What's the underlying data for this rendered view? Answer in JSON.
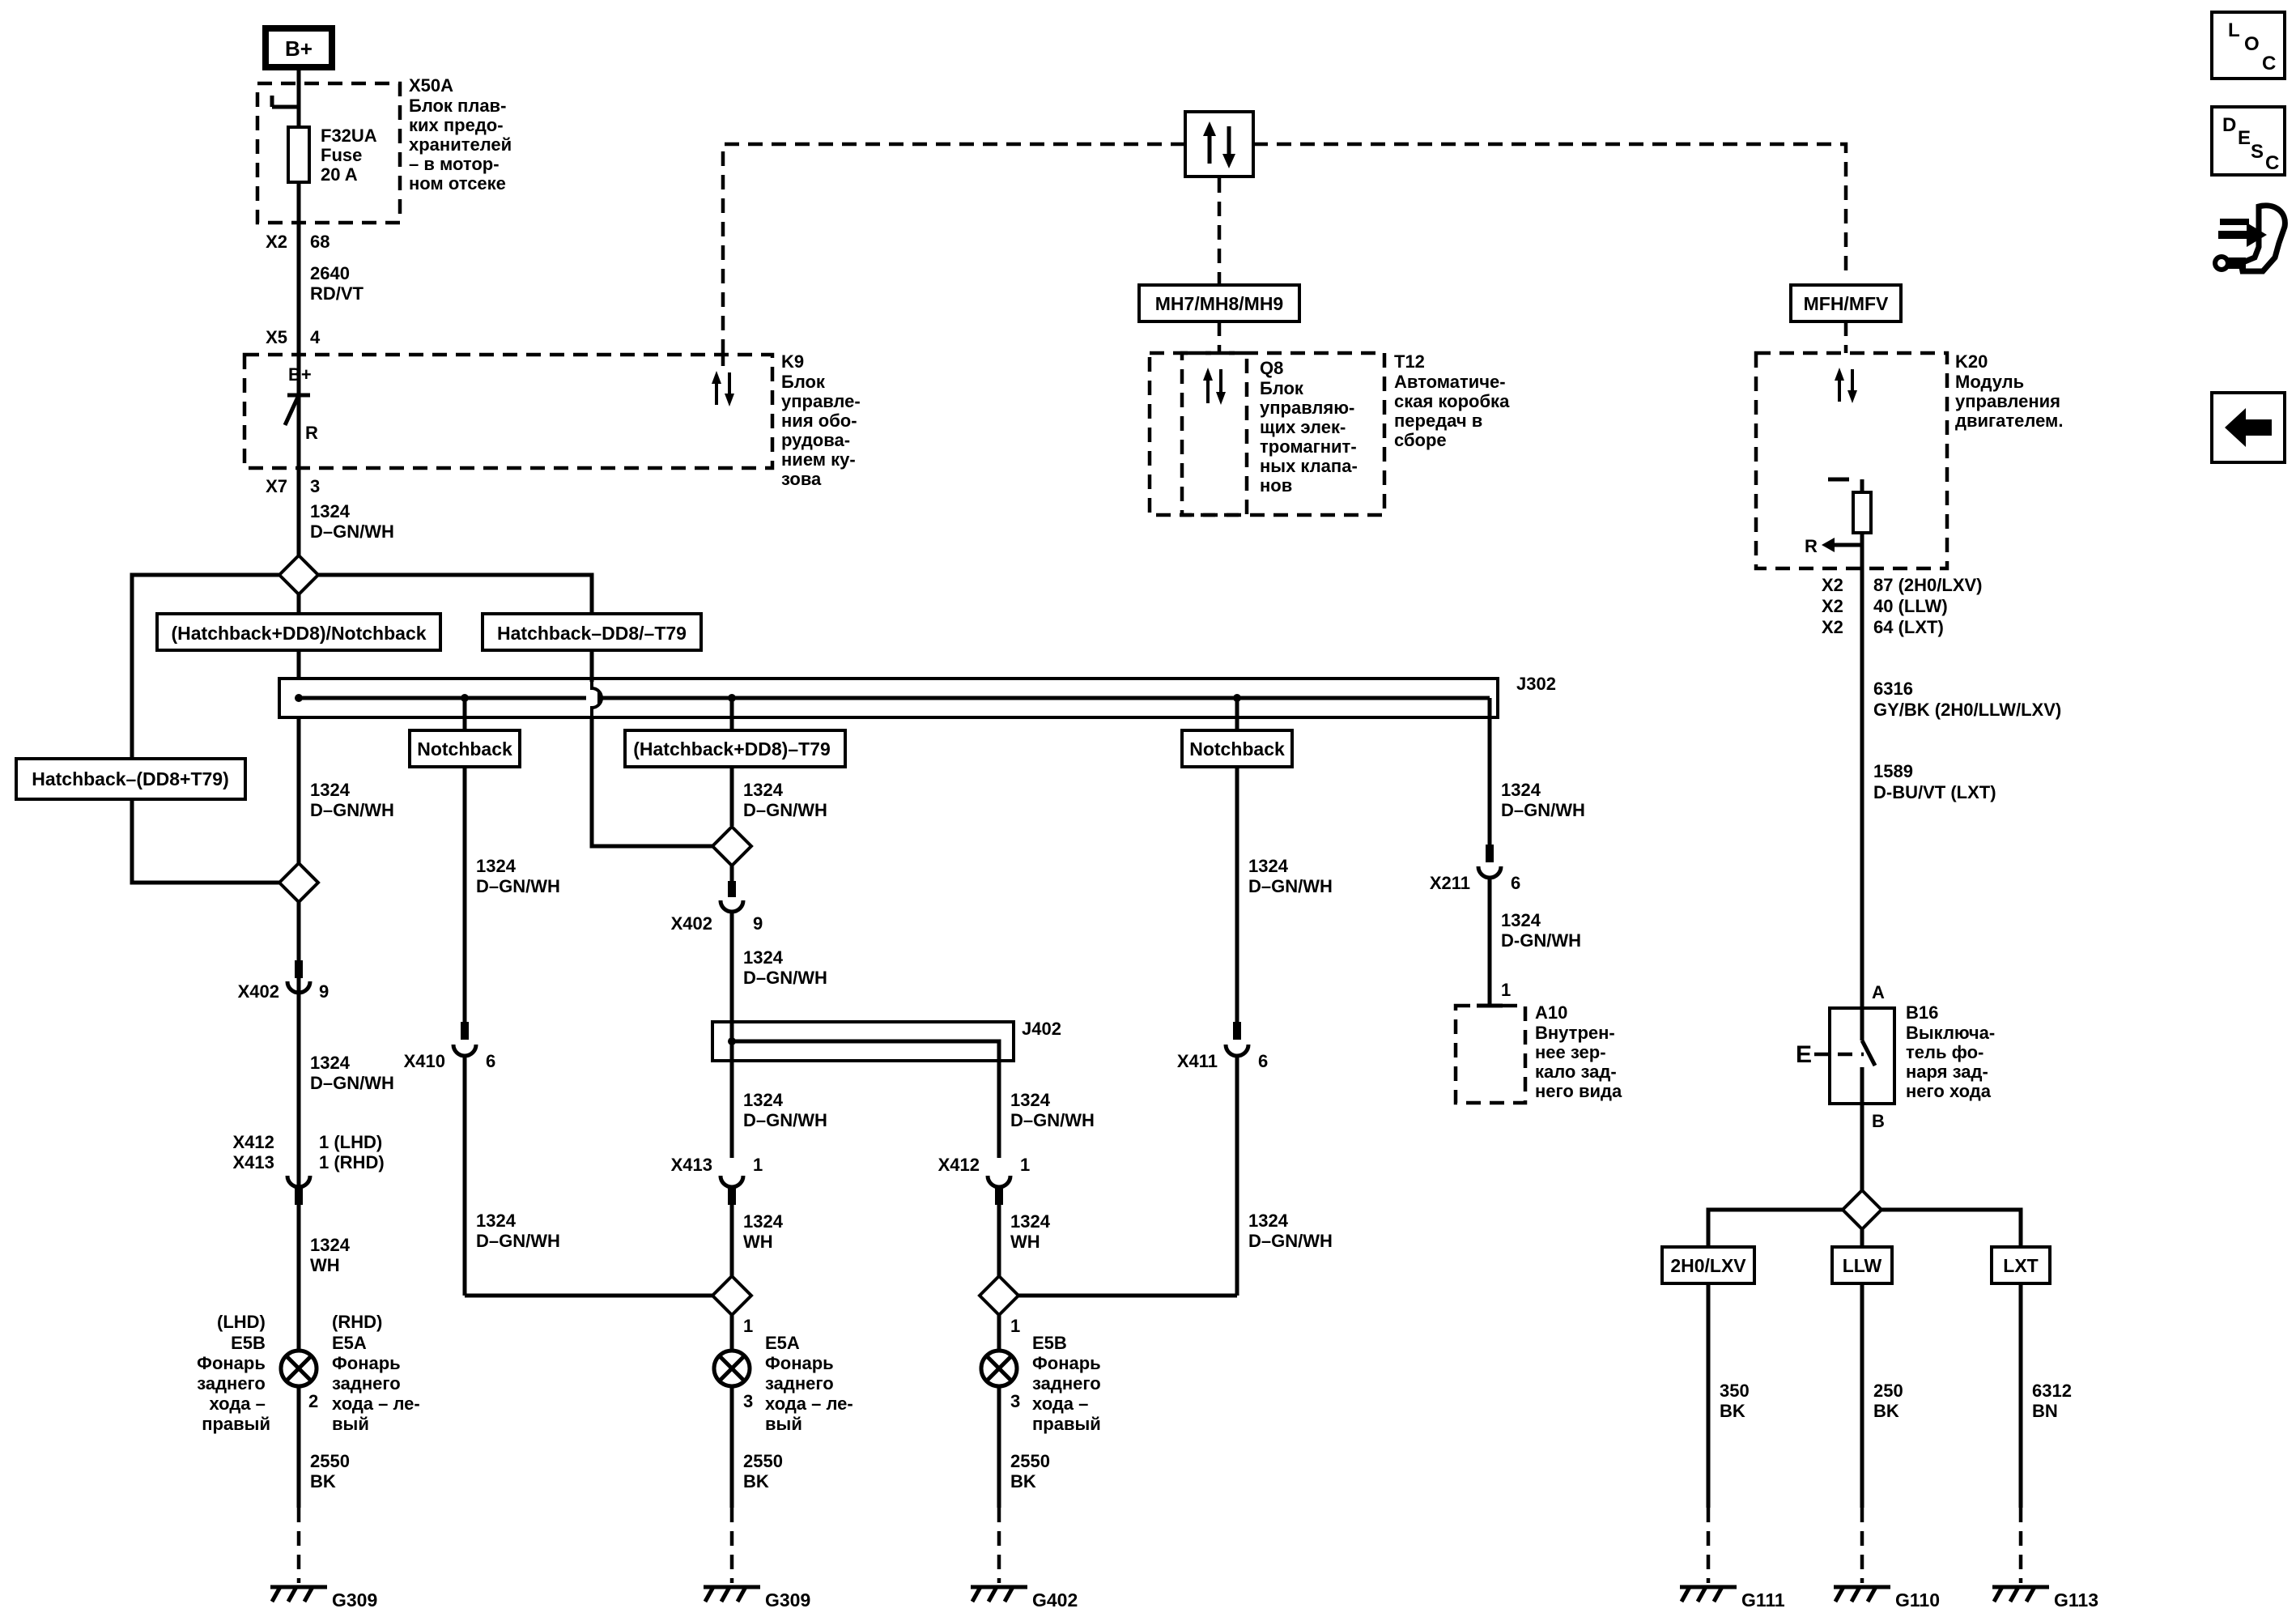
{
  "power": {
    "label": "B+"
  },
  "fuse_block": {
    "id": "X50A",
    "desc": [
      "Блок плав-",
      "ких предо-",
      "хранителей",
      "– в мотор-",
      "ном отсеке"
    ],
    "fuse": [
      "F32UA",
      "Fuse",
      "20 A"
    ]
  },
  "k9": {
    "id": "K9",
    "desc": [
      "Блок",
      "управле-",
      "ния обо-",
      "рудова-",
      "нием ку-",
      "зова"
    ],
    "b_plus": "B+",
    "r": "R"
  },
  "t12": {
    "id": "T12",
    "desc": [
      "Автоматиче-",
      "ская коробка",
      "передач в",
      "сборе"
    ]
  },
  "q8": {
    "id": "Q8",
    "desc": [
      "Блок",
      "управляю-",
      "щих элек-",
      "тромагнит-",
      "ных клапа-",
      "нов"
    ]
  },
  "k20": {
    "id": "K20",
    "desc": [
      "Модуль",
      "управления",
      "двигателем."
    ],
    "r": "R"
  },
  "a10": {
    "id": "A10",
    "desc": [
      "Внутрен-",
      "нее зер-",
      "кало зад-",
      "него вида"
    ]
  },
  "b16": {
    "id": "B16",
    "desc": [
      "Выключа-",
      "тель фо-",
      "наря зад-",
      "него хода"
    ],
    "pin_a": "A",
    "pin_b": "B",
    "e": "E"
  },
  "options": {
    "mh": "MH7/MH8/MH9",
    "mf": "MFH/MFV",
    "hb_nb": "(Hatchback+DD8)/Notchback",
    "hb_t79": "Hatchback–DD8/–T79",
    "hb_dd8t79": "Hatchback–(DD8+T79)",
    "notchback": "Notchback",
    "hb_dd8_t79": "(Hatchback+DD8)–T79",
    "o2h0": "2H0/LXV",
    "ollw": "LLW",
    "olxt": "LXT"
  },
  "splices": {
    "j302": "J302",
    "j402": "J402"
  },
  "connectors": {
    "x2": "X2",
    "x2_pin": "68",
    "x5": "X5",
    "x5_pin": "4",
    "x7": "X7",
    "x7_pin": "3",
    "x402": "X402",
    "x402_pin": "9",
    "x412": "X412",
    "x413": "X413",
    "x412_pin": "1 (LHD)",
    "x413_pin": "1 (RHD)",
    "x410": "X410",
    "x410_pin": "6",
    "x411": "X411",
    "x411_pin": "6",
    "x211": "X211",
    "x211_pin": "6",
    "a10_pin": "1",
    "pin_1": "1",
    "k20_pins": [
      {
        "conn": "X2",
        "pin": "87 (2H0/LXV)"
      },
      {
        "conn": "X2",
        "pin": "40 (LLW)"
      },
      {
        "conn": "X2",
        "pin": "64 (LXT)"
      }
    ]
  },
  "wires": {
    "w2640": [
      "2640",
      "RD/VT"
    ],
    "w1324": [
      "1324",
      "D–GN/WH"
    ],
    "w1324dgn": [
      "1324",
      "D-GN/WH"
    ],
    "w1324wh": [
      "1324",
      "WH"
    ],
    "w2550": [
      "2550",
      "BK"
    ],
    "w6316": [
      "6316",
      "GY/BK (2H0/LLW/LXV)"
    ],
    "w1589": [
      "1589",
      "D-BU/VT (LXT)"
    ],
    "w350": [
      "350",
      "BK"
    ],
    "w250": [
      "250",
      "BK"
    ],
    "w6312": [
      "6312",
      "BN"
    ]
  },
  "lamps": {
    "lhd": "(LHD)",
    "rhd": "(RHD)",
    "e5b_right": [
      "E5B",
      "Фонарь",
      "заднего",
      "хода –",
      "правый"
    ],
    "e5a_left": [
      "E5A",
      "Фонарь",
      "заднего",
      "хода – ле-",
      "вый"
    ],
    "e5b_right_b": [
      "E5B",
      "Фонарь",
      "заднего",
      "хода –",
      "правый"
    ],
    "pin_1": "1",
    "pin_2": "2",
    "pin_3": "3"
  },
  "grounds": {
    "g309": "G309",
    "g402": "G402",
    "g111": "G111",
    "g110": "G110",
    "g113": "G113"
  },
  "nav": {
    "loc": {
      "l": "L",
      "o": "O",
      "c": "C"
    },
    "desc": {
      "d": "D",
      "e": "E",
      "s": "S",
      "c": "C"
    },
    "back_icon": "left-arrow-icon",
    "service_icon": "wrench-connector-icon"
  }
}
